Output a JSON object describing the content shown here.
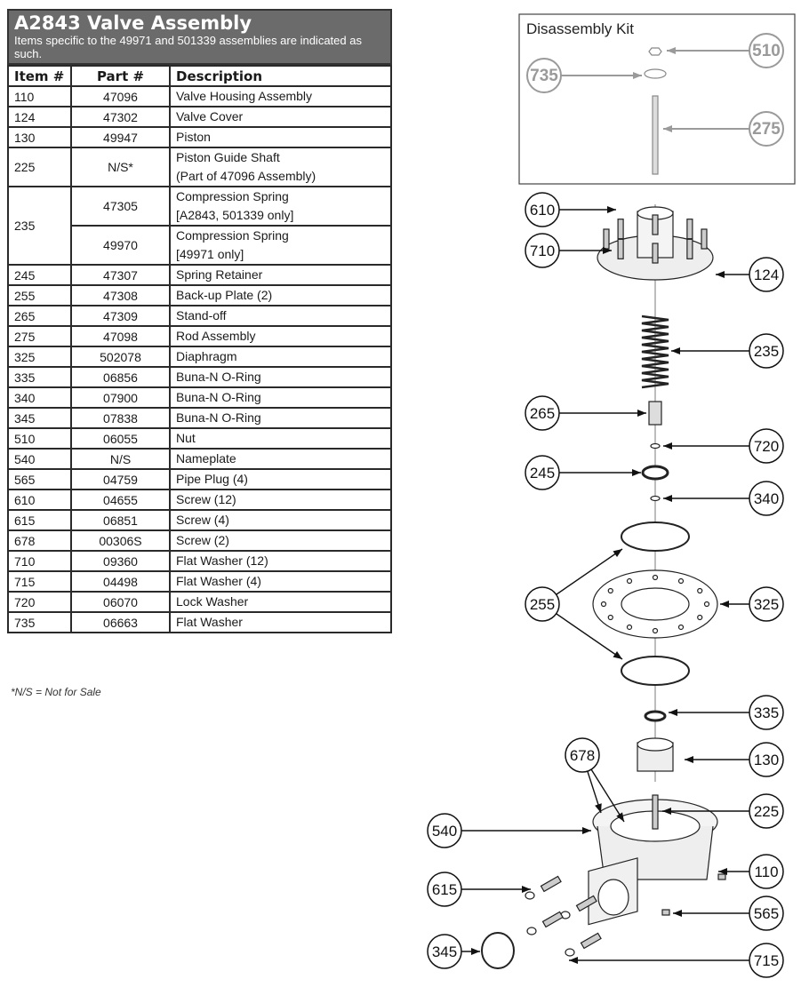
{
  "header": {
    "title": "A2843 Valve Assembly",
    "subtitle": "Items specific to the 49971 and 501339 assemblies are indicated as such."
  },
  "table": {
    "columns": [
      "Item #",
      "Part #",
      "Description"
    ],
    "rows": [
      {
        "item": "110",
        "part": "47096",
        "desc": [
          "Valve Housing Assembly"
        ]
      },
      {
        "item": "124",
        "part": "47302",
        "desc": [
          "Valve Cover"
        ]
      },
      {
        "item": "130",
        "part": "49947",
        "desc": [
          "Piston"
        ]
      },
      {
        "item": "225",
        "part": "N/S*",
        "desc": [
          "Piston Guide Shaft",
          "(Part of 47096 Assembly)"
        ]
      },
      {
        "item": "235",
        "part": "47305",
        "desc": [
          "Compression Spring",
          "[A2843, 501339 only]"
        ],
        "rowspan": 2
      },
      {
        "item": "",
        "part": "49970",
        "desc": [
          "Compression Spring",
          "[49971 only]"
        ],
        "continued": true
      },
      {
        "item": "245",
        "part": "47307",
        "desc": [
          "Spring Retainer"
        ]
      },
      {
        "item": "255",
        "part": "47308",
        "desc": [
          "Back-up Plate (2)"
        ]
      },
      {
        "item": "265",
        "part": "47309",
        "desc": [
          "Stand-off"
        ]
      },
      {
        "item": "275",
        "part": "47098",
        "desc": [
          "Rod Assembly"
        ]
      },
      {
        "item": "325",
        "part": "502078",
        "desc": [
          "Diaphragm"
        ]
      },
      {
        "item": "335",
        "part": "06856",
        "desc": [
          "Buna-N O-Ring"
        ]
      },
      {
        "item": "340",
        "part": "07900",
        "desc": [
          "Buna-N O-Ring"
        ]
      },
      {
        "item": "345",
        "part": "07838",
        "desc": [
          "Buna-N O-Ring"
        ]
      },
      {
        "item": "510",
        "part": "06055",
        "desc": [
          "Nut"
        ]
      },
      {
        "item": "540",
        "part": "N/S",
        "desc": [
          "Nameplate"
        ]
      },
      {
        "item": "565",
        "part": "04759",
        "desc": [
          "Pipe Plug (4)"
        ]
      },
      {
        "item": "610",
        "part": "04655",
        "desc": [
          "Screw (12)"
        ]
      },
      {
        "item": "615",
        "part": "06851",
        "desc": [
          "Screw (4)"
        ]
      },
      {
        "item": "678",
        "part": "00306S",
        "desc": [
          "Screw (2)"
        ]
      },
      {
        "item": "710",
        "part": "09360",
        "desc": [
          "Flat Washer (12)"
        ]
      },
      {
        "item": "715",
        "part": "04498",
        "desc": [
          "Flat Washer (4)"
        ]
      },
      {
        "item": "720",
        "part": "06070",
        "desc": [
          "Lock Washer"
        ]
      },
      {
        "item": "735",
        "part": "06663",
        "desc": [
          "Flat Washer"
        ]
      }
    ]
  },
  "footnote": "*N/S = Not for Sale",
  "kit": {
    "title": "Disassembly Kit",
    "callouts": [
      "510",
      "735",
      "275"
    ]
  },
  "diagram": {
    "callouts": [
      "610",
      "710",
      "124",
      "235",
      "265",
      "720",
      "245",
      "340",
      "255",
      "325",
      "335",
      "130",
      "678",
      "225",
      "540",
      "110",
      "615",
      "565",
      "345",
      "715"
    ]
  },
  "colors": {
    "header_bg": "#6b6b6b",
    "kit_gray": "#9a9a9a"
  }
}
